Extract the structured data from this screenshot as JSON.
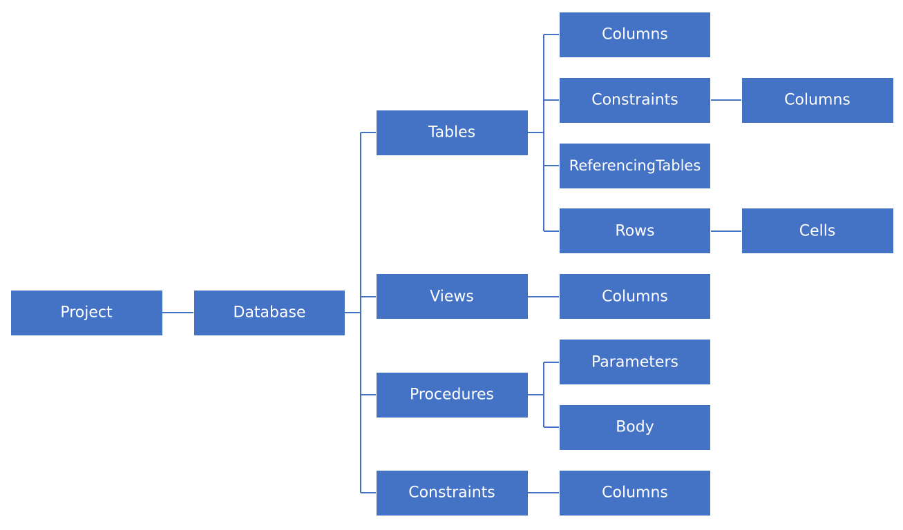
{
  "nodes": {
    "project": "Project",
    "database": "Database",
    "tables": "Tables",
    "tables_columns": "Columns",
    "tables_constraints": "Constraints",
    "tables_constraints_columns": "Columns",
    "tables_referencing_tables": "ReferencingTables",
    "tables_rows": "Rows",
    "tables_rows_cells": "Cells",
    "views": "Views",
    "views_columns": "Columns",
    "procedures": "Procedures",
    "procedures_parameters": "Parameters",
    "procedures_body": "Body",
    "constraints": "Constraints",
    "constraints_columns": "Columns"
  },
  "colors": {
    "box_fill": "#4472C4",
    "connector": "#4472C4",
    "label": "#FFFFFF",
    "background": "#FFFFFF"
  }
}
